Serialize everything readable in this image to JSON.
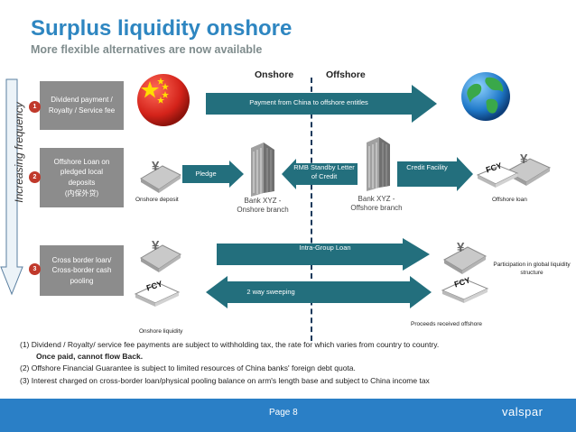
{
  "header": {
    "title": "Surplus liquidity onshore",
    "subtitle": "More flexible alternatives are now available"
  },
  "regions": {
    "onshore": "Onshore",
    "offshore": "Offshore"
  },
  "frequency_axis": {
    "label": "Increasing frequency"
  },
  "rows": [
    {
      "number": "1",
      "lines": [
        "Dividend payment /",
        "Royalty / Service fee"
      ]
    },
    {
      "number": "2",
      "lines": [
        "Offshore Loan on",
        "pledged local",
        "deposits",
        "(内保外贷)"
      ]
    },
    {
      "number": "3",
      "lines": [
        "Cross border loan/",
        "Cross-border cash",
        "pooling"
      ]
    }
  ],
  "arrows": {
    "payment": "Payment from China to offshore entitles",
    "pledge": "Pledge",
    "standby": "RMB Standby Letter of Credit",
    "credit": "Credit Facility",
    "intragroup": "Intra-Group Loan",
    "sweeping": "2 way sweeping"
  },
  "labels": {
    "onshore_deposit": "Onshore deposit",
    "offshore_loan": "Offshore loan",
    "bank_onshore": "Bank XYZ - Onshore branch",
    "bank_offshore": "Bank XYZ - Offshore branch",
    "participation": "Participation in global liquidity structure",
    "proceeds": "Proceeds received offshore",
    "onshore_liquidity": "Onshore liquidity"
  },
  "currency_badges": {
    "rmb": "¥",
    "fcy": "FCY"
  },
  "notes": [
    {
      "text": "(1)  Dividend / Royalty/ service fee payments are subject to withholding tax, the rate for which varies from country to country.",
      "emphasis": "Once paid, cannot flow Back."
    },
    {
      "text": "(2)  Offshore Financial Guarantee is subject to limited resources of China banks' foreign debt quota."
    },
    {
      "text": "(3)  Interest charged on cross-border loan/physical pooling balance on arm's length base and subject to China income tax"
    }
  ],
  "footer": {
    "page": "Page 8",
    "brand": "valspar"
  },
  "colors": {
    "accent": "#2e86c1",
    "arrow": "#236f7d",
    "box": "#8c8c8c",
    "badge": "#c0392b",
    "footer": "#2a7fc6"
  }
}
